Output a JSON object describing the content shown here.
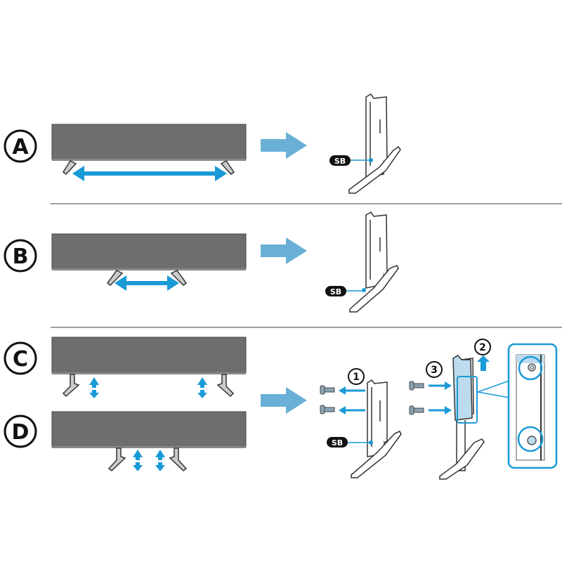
{
  "sections": [
    {
      "id": "A",
      "label": "A",
      "callout": "SB"
    },
    {
      "id": "B",
      "label": "B",
      "callout": "SB"
    },
    {
      "id": "C",
      "label": "C"
    },
    {
      "id": "D",
      "label": "D",
      "callout": "SB"
    }
  ],
  "steps": [
    "1",
    "2",
    "3"
  ],
  "colors": {
    "tv_panel": "#6e6e6e",
    "accent_blue": "#1a9ad6",
    "flow_arrow": "#6ab0d6",
    "divider": "#a0a0a0",
    "stand_highlight": "#bcdcee"
  }
}
